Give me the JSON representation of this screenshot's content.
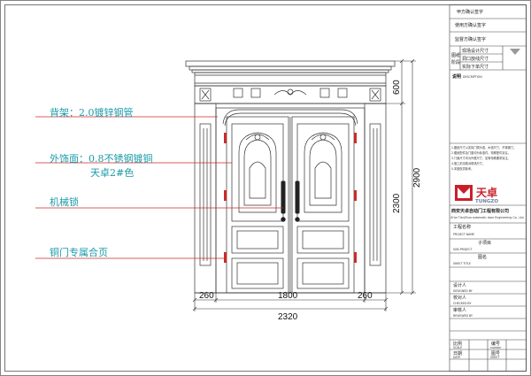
{
  "annotations": [
    {
      "text": "背架：2.0镀锌钢管"
    },
    {
      "text": "外饰面：0.8不锈钢镀铜"
    },
    {
      "text": "天卓2#色"
    },
    {
      "text": "机械锁"
    },
    {
      "text": "铜门专属合页"
    }
  ],
  "dimensions": {
    "height_total": "2900",
    "height_top": "600",
    "height_door": "2300",
    "width_left": "260",
    "width_center": "1800",
    "width_right": "260",
    "width_total": "2320"
  },
  "title_block": {
    "r1": "甲方确认签字",
    "r2": "使用方确认签字",
    "r3": "监督方确认签字",
    "stage_label_1": "图纸",
    "stage_label_2": "阶段",
    "stage_1": "现场设计尺寸",
    "stage_2": "洞口放线尺寸",
    "stage_3": "实际下单尺寸",
    "desc_cn": "说明",
    "desc_en": "DESCRIPTION",
    "note_1": "1.图纸尺寸以实际门洞为准，木线尺寸，不锈钢门。",
    "note_2": "2.图纸配件及门套均为标准件，特殊配件另议。",
    "note_3": "3.门扇尺寸均为外框尺寸，如有特殊要求另注。",
    "note_4": "4.施工前请核对现场尺寸。",
    "note_5": "5.本图仅供参考。",
    "logo_cn": "天卓",
    "logo_en": "TUNGZO",
    "company_cn": "西安天卓自动门工程有限公司",
    "company_en": "Xi'an TianZhuo automatic door Engineering Co., Ltd.",
    "project_name_cn": "工程名称",
    "project_name_en": "PROJECT NAME",
    "sub_project_cn": "子项目",
    "sub_project_en": "SUB-PROJECT",
    "sheet_title_cn": "图名",
    "sheet_title_en": "SHEET TITLE",
    "designed_cn": "设计人",
    "designed_en": "DESIGNED BY",
    "checked_cn": "校对人",
    "checked_en": "CHECKED BY",
    "reviewed_cn": "审核人",
    "reviewed_en": "REVIEWED BY",
    "scale_cn": "比例",
    "scale_en": "SCALE",
    "number_cn": "编号",
    "number_en": "number",
    "date_cn": "日期",
    "date_en": "DATE",
    "sheet_cn": "图号",
    "sheet_en": "SHEET"
  },
  "colors": {
    "line": "#333333",
    "leader": "#cc2a2a",
    "annotation": "#1a9aa8",
    "logo_red": "#c8202a",
    "logo_text": "#6a7f9c"
  }
}
